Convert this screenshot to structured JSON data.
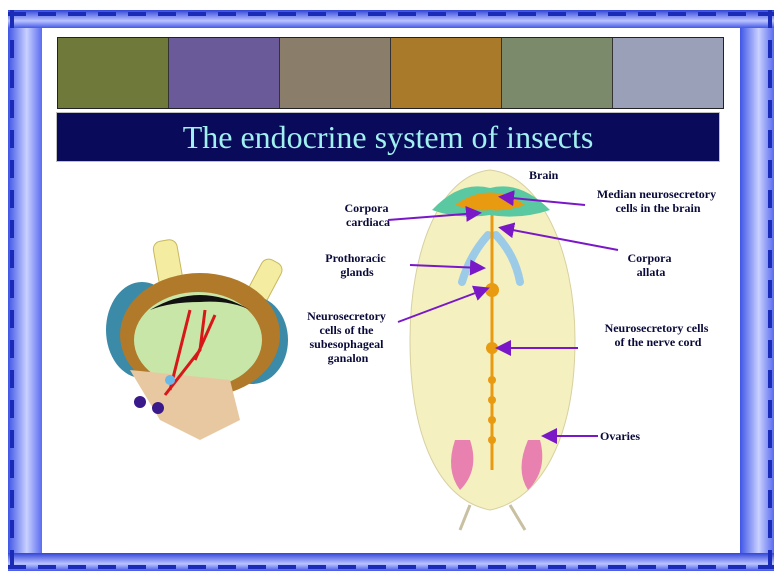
{
  "slide": {
    "title": "The endocrine system of insects",
    "photo_strip": [
      {
        "icon": "green-beetle-photo-icon",
        "color": "#6f7a3a"
      },
      {
        "icon": "bee-on-flower-photo-icon",
        "color": "#6a5a9a"
      },
      {
        "icon": "bug-photo-icon",
        "color": "#8a7d6a"
      },
      {
        "icon": "honeybee-comb-photo-icon",
        "color": "#a87a2a"
      },
      {
        "icon": "caterpillar-photo-icon",
        "color": "#7a8a6a"
      },
      {
        "icon": "butterfly-photo-icon",
        "color": "#9aa0b8"
      }
    ]
  },
  "labels": {
    "brain": "Brain",
    "corpora_cardiaca": [
      "Corpora",
      "cardiaca"
    ],
    "median_neurosecretory": [
      "Median neurosecretory",
      "cells in the brain"
    ],
    "prothoracic_glands": [
      "Prothoracic",
      "glands"
    ],
    "corpora_allata": [
      "Corpora",
      "allata"
    ],
    "subesophageal": [
      "Neurosecretory",
      "cells of the",
      "subesophageal",
      "ganalon"
    ],
    "nerve_cord": [
      "Neurosecretory cells",
      "of the nerve cord"
    ],
    "ovaries": "Ovaries"
  },
  "colors": {
    "title_bg": "#0a0a5a",
    "title_text": "#9ff0ee",
    "arrow": "#7a18c8",
    "body": "#f4f0c0",
    "nerve": "#e89a10",
    "gland": "#9ccbe8"
  }
}
